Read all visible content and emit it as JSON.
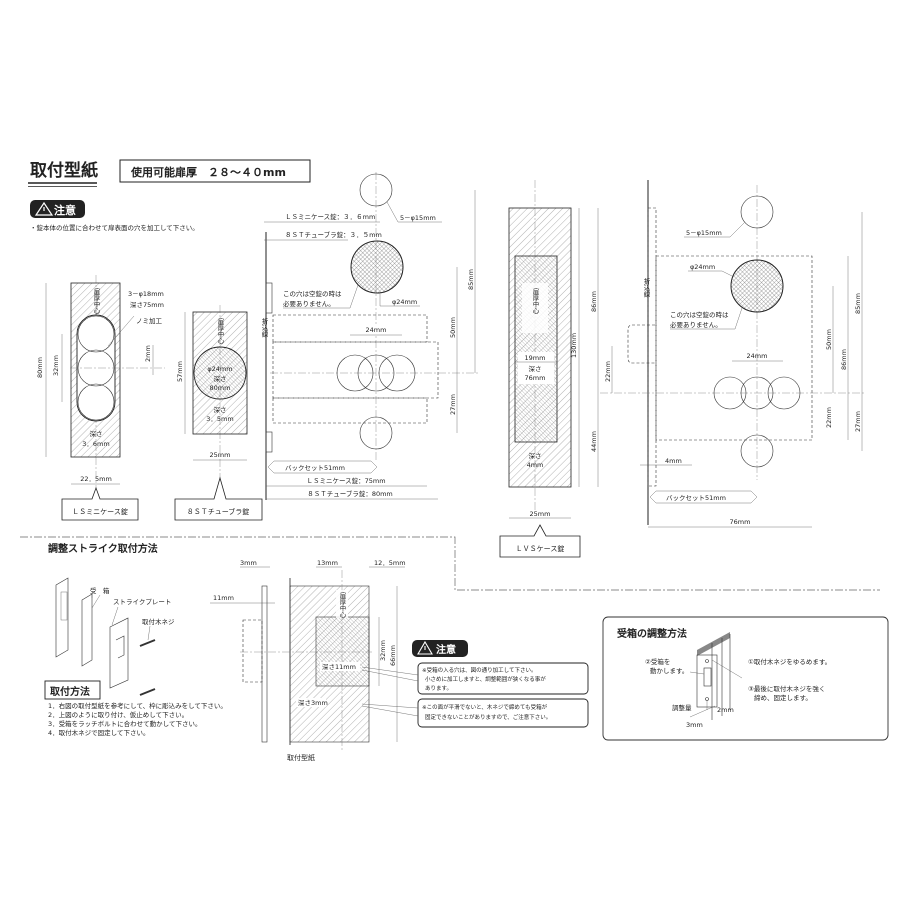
{
  "header": {
    "title": "取付型紙",
    "door_thickness": "使用可能扉厚　２８～４０mm",
    "caution_label": "注意",
    "caution_note": "・錠本体の位置に合わせて扉表面の穴を加工して下さい。"
  },
  "ls_mini": {
    "name": "ＬＳミニケース錠",
    "center": "扉厚中心",
    "holes": "3－φ18mm",
    "depth_hole": "深さ75mm",
    "chisel": "ノミ加工",
    "height": "80mm",
    "pitch": "32mm",
    "offset": "2mm",
    "depth_label": "深さ",
    "depth": "3．6mm",
    "width": "22．5mm"
  },
  "st_tubular": {
    "name": "８ＳＴチューブラ錠",
    "center": "扉厚中心",
    "hole": "φ24mm",
    "depth_hole_label": "深さ",
    "depth_hole": "80mm",
    "depth_label": "深さ",
    "depth": "3．5mm",
    "height": "57mm",
    "width": "25mm"
  },
  "middle": {
    "ls_depth": "ＬＳミニケース錠：３．６mm",
    "st_depth": "８ＳＴチューブラ錠：３．５mm",
    "small_holes": "5－φ15mm",
    "note_line1": "この穴は空錠の時は",
    "note_line2": "必要ありません。",
    "big_hole": "φ24mm",
    "spacing": "24mm",
    "dim_50": "50mm",
    "dim_85": "85mm",
    "dim_27": "27mm",
    "fold_line": "折込線",
    "backset": "バックセット51mm",
    "ls_length": "ＬＳミニケース錠：75mm",
    "st_length": "８ＳＴチューブラ錠：80mm"
  },
  "lvs": {
    "name": "ＬＶＳケース錠",
    "center": "扉厚中心",
    "width_inner": "19mm",
    "depth_hole_label": "深さ",
    "depth_hole": "76mm",
    "depth_label": "深さ",
    "depth": "4mm",
    "height": "130mm",
    "width": "25mm"
  },
  "right": {
    "small_holes": "5－φ15mm",
    "big_hole": "φ24mm",
    "note_line1": "この穴は空錠の時は",
    "note_line2": "必要ありません。",
    "spacing": "24mm",
    "fold_line": "折込線",
    "dim_86_left": "86mm",
    "dim_22_left": "22mm",
    "dim_44": "44mm",
    "dim_4": "4mm",
    "dim_50": "50mm",
    "dim_86_right": "86mm",
    "dim_85": "85mm",
    "dim_22_right": "22mm",
    "dim_27": "27mm",
    "backset": "バックセット51mm",
    "dim_76": "76mm"
  },
  "strike": {
    "title": "調整ストライク取付方法",
    "box_label": "受　箱",
    "plate_label": "ストライクプレート",
    "screw_label": "取付木ネジ",
    "method_title": "取付方法",
    "steps": [
      "1．右図の取付型紙を参考にして、枠に彫込みをして下さい。",
      "2．上図のように取り付け、仮止めして下さい。",
      "3．受箱をラッチボルトに合わせて動かして下さい。",
      "4．取付木ネジで固定して下さい。"
    ],
    "dim_3": "3mm",
    "dim_13": "13mm",
    "dim_12_5": "12．5mm",
    "dim_11": "11mm",
    "center": "扉厚中心",
    "depth_11": "深さ11mm",
    "depth_3": "深さ3mm",
    "dim_32": "32mm",
    "dim_66": "66mm",
    "template_label": "取付型紙",
    "caution_label": "注意",
    "callout1_line1": "※受箱の入る穴は、図の通り加工して下さい。",
    "callout1_line2": "小さめに加工しますと、調整範囲が狭くなる事が",
    "callout1_line3": "あります。",
    "callout2_line1": "※この面が平滑でないと、木ネジで締めても受箱が",
    "callout2_line2": "固定できないことがありますので、ご注意下さい。"
  },
  "adjust": {
    "title": "受箱の調整方法",
    "step2_line1": "②受箱を",
    "step2_line2": "動かします。",
    "step1": "①取付木ネジをゆるめます。",
    "step3_line1": "③最後に取付木ネジを強く",
    "step3_line2": "締め、固定します。",
    "amount": "調整量",
    "dim_2": "2mm",
    "dim_3": "3mm"
  },
  "icons": {
    "caution": "warning-triangle-icon"
  }
}
